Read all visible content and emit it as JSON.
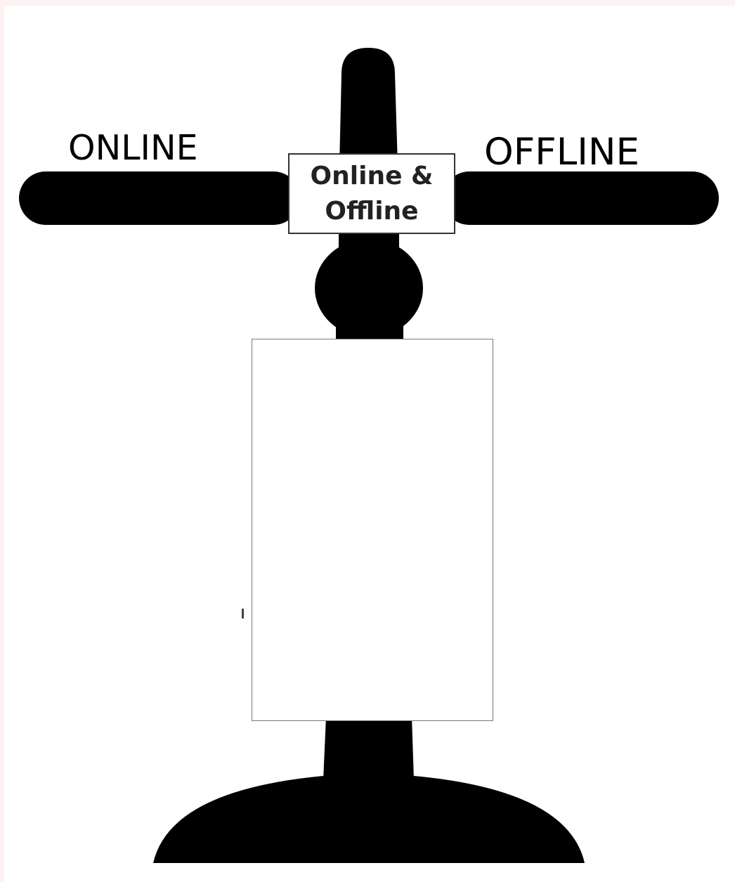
{
  "labels": {
    "left": "ONLINE",
    "right": "OFFLINE",
    "center_line_1": "Online &",
    "center_line_2": "Offline"
  },
  "panel": {
    "text": ""
  },
  "colors": {
    "silhouette": "#000000",
    "background": "#ffffff",
    "page_tint": "#fdf1f1",
    "box_border": "#333333",
    "panel_border": "#777777"
  }
}
